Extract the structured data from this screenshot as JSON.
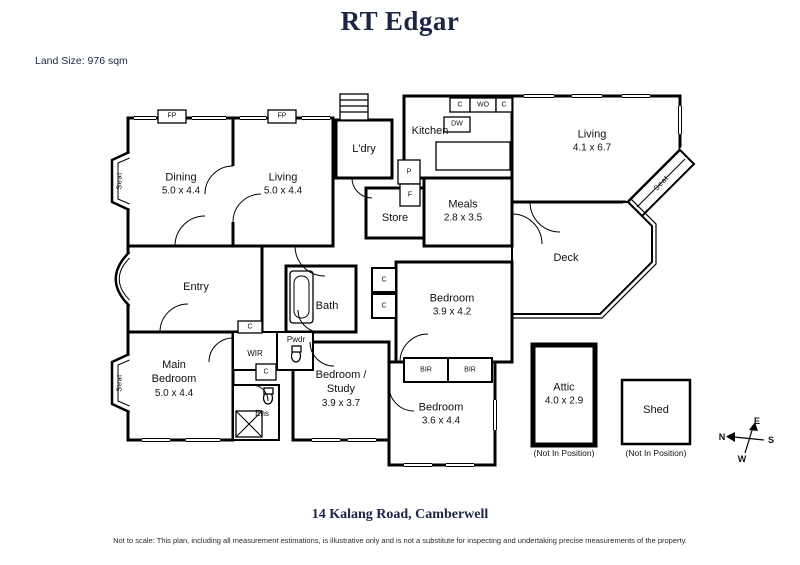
{
  "header": {
    "brand": "RT Edgar",
    "land_size": "Land Size: 976 sqm"
  },
  "rooms": {
    "dining": {
      "name": "Dining",
      "dims": "5.0 x 4.4"
    },
    "living_front": {
      "name": "Living",
      "dims": "5.0 x 4.4"
    },
    "laundry": {
      "name": "L'dry"
    },
    "store": {
      "name": "Store"
    },
    "kitchen": {
      "name": "Kitchen"
    },
    "living_rear": {
      "name": "Living",
      "dims": "4.1 x 6.7"
    },
    "meals": {
      "name": "Meals",
      "dims": "2.8 x 3.5"
    },
    "deck": {
      "name": "Deck"
    },
    "entry": {
      "name": "Entry"
    },
    "bath": {
      "name": "Bath"
    },
    "bedroom_1": {
      "name": "Bedroom",
      "dims": "3.9 x 4.2"
    },
    "main_bedroom": {
      "name": "Main Bedroom",
      "dims": "5.0 x 4.4"
    },
    "wir": {
      "name": "WIR"
    },
    "powder": {
      "name": "Pwdr"
    },
    "ensuite": {
      "name": "Ens"
    },
    "bedroom_study": {
      "name": "Bedroom / Study",
      "dims": "3.9 x 3.7"
    },
    "bedroom_2": {
      "name": "Bedroom",
      "dims": "3.6 x 4.4"
    },
    "attic": {
      "name": "Attic",
      "dims": "4.0 x 2.9",
      "note": "(Not In Position)"
    },
    "shed": {
      "name": "Shed",
      "note": "(Not In Position)"
    }
  },
  "fixtures": {
    "fp": "FP",
    "dw": "DW",
    "wo": "WO",
    "c": "C",
    "p": "P",
    "f": "F",
    "bir": "BIR",
    "seat": "Seat"
  },
  "compass": {
    "n": "N",
    "e": "E",
    "s": "S",
    "w": "W"
  },
  "footer": {
    "address": "14 Kalang Road, Camberwell",
    "disclaimer": "Not to scale: This plan, including all measurement estimations, is illustrative only and is not a substitute for inspecting and undertaking precise measurements of the property."
  },
  "colors": {
    "brand_navy": "#1d2546",
    "wall": "#000000"
  }
}
